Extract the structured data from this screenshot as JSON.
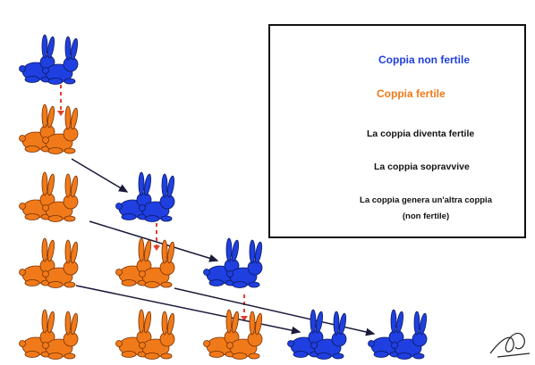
{
  "colors": {
    "non_fertile": "#1f3fe0",
    "fertile": "#f07a1a",
    "survive_arrow": "#e0402a",
    "generate_arrow": "#1a1a3a",
    "legend_text": "#111111"
  },
  "legend": {
    "non_fertile_label": "Coppia non fertile",
    "fertile_label": "Coppia fertile",
    "becomes_fertile_label": "La coppia diventa fertile",
    "survives_label": "La coppia sopravvive",
    "generates_line1": "La coppia genera un'altra coppia",
    "generates_line2": "(non fertile)"
  },
  "generations": [
    {
      "pairs": [
        "non-fertile"
      ]
    },
    {
      "pairs": [
        "fertile"
      ]
    },
    {
      "pairs": [
        "fertile",
        "non-fertile"
      ]
    },
    {
      "pairs": [
        "fertile",
        "fertile",
        "non-fertile"
      ]
    },
    {
      "pairs": [
        "fertile",
        "fertile",
        "fertile",
        "non-fertile",
        "non-fertile"
      ]
    }
  ],
  "icons": [
    "rabbit-pair-icon",
    "signature-icon"
  ]
}
